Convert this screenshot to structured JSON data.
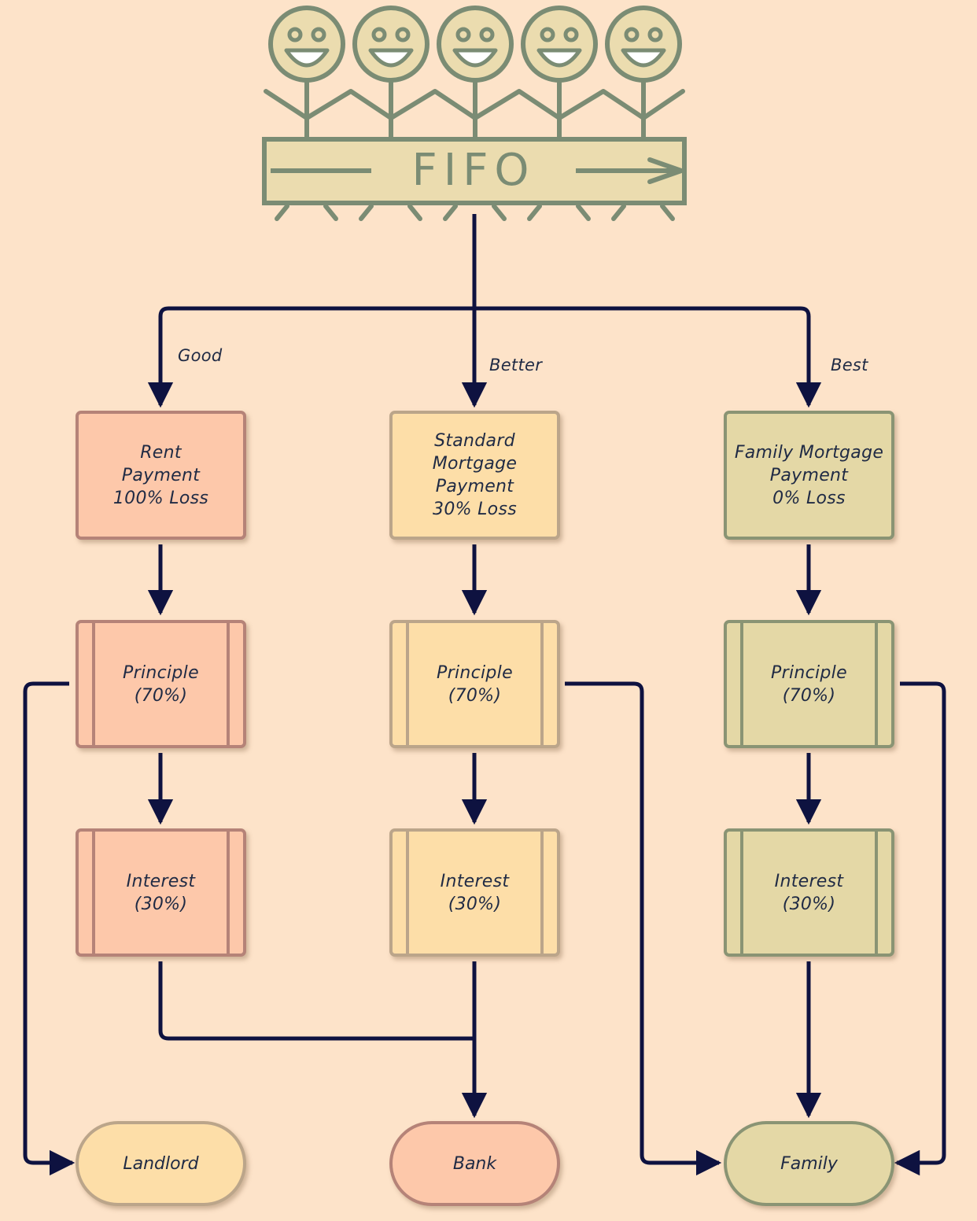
{
  "fifo": {
    "label": "FIFO"
  },
  "branches": {
    "good": "Good",
    "better": "Better",
    "best": "Best"
  },
  "columns": [
    {
      "payment": "Rent\nPayment\n100% Loss",
      "principle": "Principle\n(70%)",
      "interest": "Interest\n(30%)"
    },
    {
      "payment": "Standard\nMortgage\nPayment\n30% Loss",
      "principle": "Principle\n(70%)",
      "interest": "Interest\n(30%)"
    },
    {
      "payment": "Family Mortgage\nPayment\n0% Loss",
      "principle": "Principle\n(70%)",
      "interest": "Interest\n(30%)"
    }
  ],
  "destinations": {
    "landlord": "Landlord",
    "bank": "Bank",
    "family": "Family"
  },
  "colors": {
    "background": "#fde3c9",
    "arrow": "#0e1240",
    "rent_fill": "#fdc8aa",
    "standard_fill": "#fddea8",
    "family_fill": "#e4d8a6",
    "figure_stroke": "#7b8c74",
    "banner_fill": "#ebdcaf"
  }
}
